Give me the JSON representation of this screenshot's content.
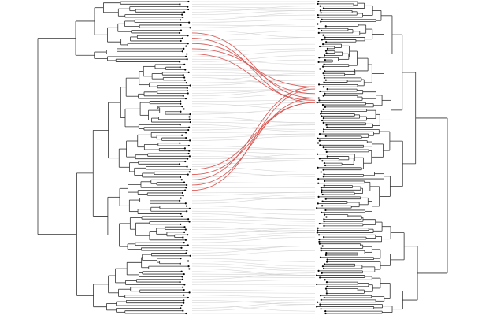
{
  "diagram": {
    "type": "tanglegram",
    "left_tree": {
      "leaf_count": 120
    },
    "right_tree": {
      "leaf_count": 140
    },
    "connector_count": 120,
    "highlighted_connector_count": 10,
    "colors": {
      "background": "#ffffff",
      "branch": "#333333",
      "tip": "#000000",
      "connector": "#d2d2d2",
      "highlight": "#d9534f"
    }
  }
}
